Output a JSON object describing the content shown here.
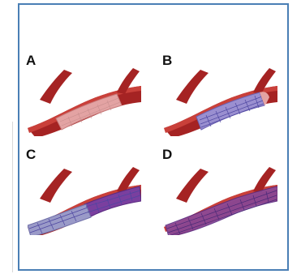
{
  "panels": [
    {
      "id": "A",
      "label": "A",
      "stage": "guidewire-and-balloon"
    },
    {
      "id": "B",
      "label": "B",
      "stage": "stent-expanding"
    },
    {
      "id": "C",
      "label": "C",
      "stage": "stent-partially-deployed"
    },
    {
      "id": "D",
      "label": "D",
      "stage": "stent-fully-deployed"
    }
  ],
  "colors": {
    "frame_border": "#4a7fb5",
    "vessel_dark": "#8b1a1a",
    "vessel_mid": "#b52a2a",
    "vessel_light": "#d9534f",
    "stent_blue": "#7b7fc8",
    "stent_purple": "#6a3d9a",
    "balloon_pink": "#e3a3a3"
  }
}
